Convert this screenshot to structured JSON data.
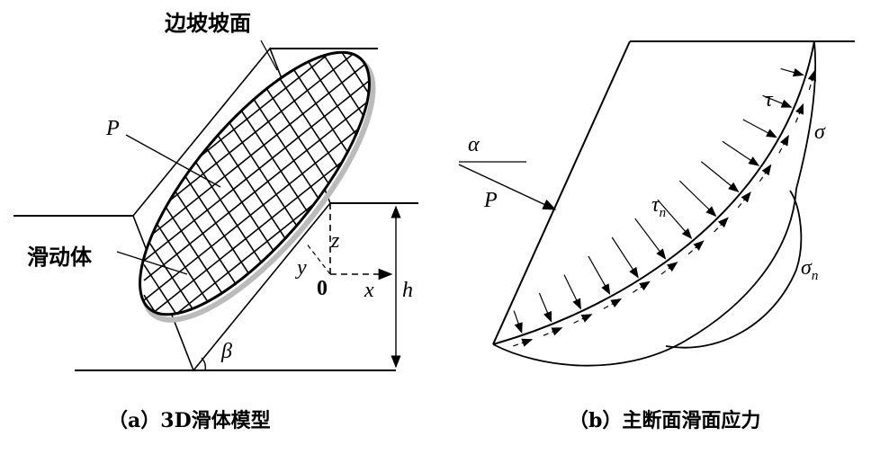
{
  "panel_a": {
    "label_slope_face": "边坡坡面",
    "label_P": "P",
    "label_sliding_body": "滑动体",
    "axis_z": "z",
    "axis_y": "y",
    "origin": "0",
    "axis_x": "x",
    "height": "h",
    "angle_beta": "β",
    "caption": "（a）3D滑体模型"
  },
  "panel_b": {
    "angle_alpha": "α",
    "label_P": "P",
    "tau": "τ",
    "sigma": "σ",
    "tau_n": "τ",
    "tau_n_sub": "n",
    "sigma_n": "σ",
    "sigma_n_sub": "n",
    "caption": "（b）主断面滑面应力"
  }
}
